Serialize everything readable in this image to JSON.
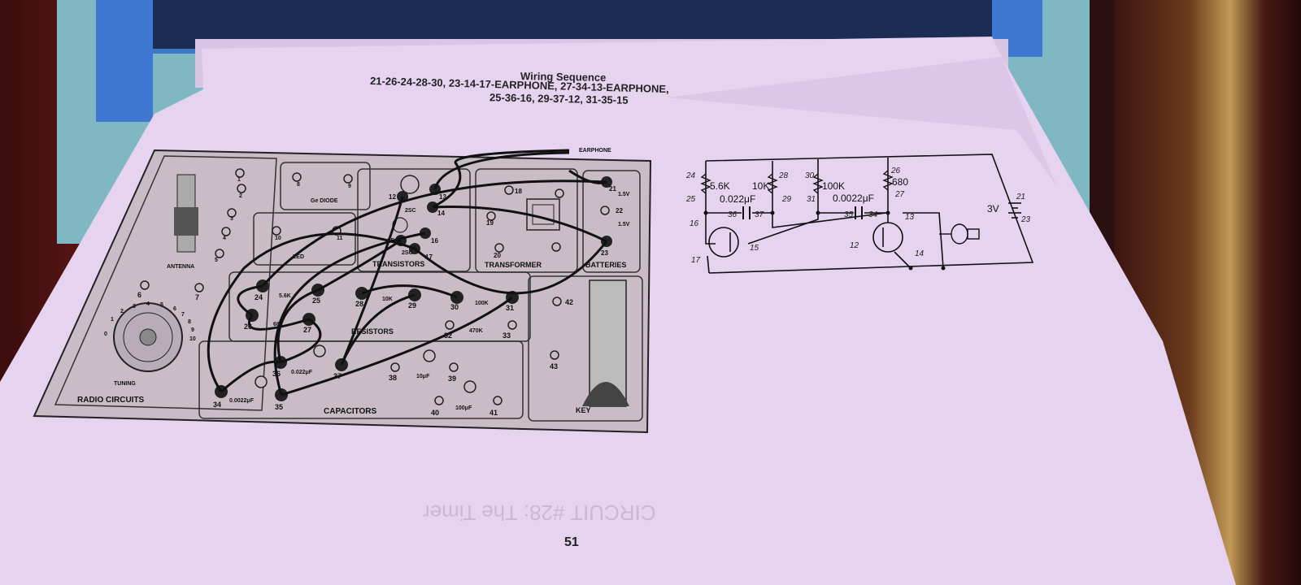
{
  "wiring": {
    "title": "Wiring Sequence",
    "line1": "21-26-24-28-30, 23-14-17-EARPHONE, 27-34-13-EARPHONE,",
    "line2": "25-36-16, 29-37-12, 31-35-15"
  },
  "board": {
    "earphone_label": "EARPHONE",
    "sections": {
      "antenna": "ANTENNA",
      "radio_circuits": "RADIO CIRCUITS",
      "tuning": "TUNING",
      "ge_diode": "Ge DIODE",
      "led": "LED",
      "transistors": "TRANSISTORS",
      "transformer": "TRANSFORMER",
      "batteries": "BATTERIES",
      "resistors": "RESISTORS",
      "capacitors": "CAPACITORS",
      "key": "KEY"
    },
    "values": {
      "r24": "5.6K",
      "r26": "680",
      "r28": "10K",
      "r30": "100K",
      "r32": "470K",
      "c34": "0.0022μF",
      "c36": "0.022μF",
      "c38": "10μF",
      "c40": "100μF",
      "bat1": "1.5V",
      "bat2": "1.5V",
      "t1": "2SC",
      "t2": "2SC"
    },
    "terminals": [
      "1",
      "2",
      "3",
      "4",
      "5",
      "6",
      "7",
      "8",
      "9",
      "10",
      "11",
      "12",
      "13",
      "14",
      "15",
      "16",
      "17",
      "18",
      "19",
      "20",
      "21",
      "22",
      "23",
      "24",
      "25",
      "26",
      "27",
      "28",
      "29",
      "30",
      "31",
      "32",
      "33",
      "34",
      "35",
      "36",
      "37",
      "38",
      "39",
      "40",
      "41",
      "42",
      "43"
    ],
    "dial_numbers": [
      "0",
      "1",
      "2",
      "3",
      "4",
      "5",
      "6",
      "7",
      "8",
      "9",
      "10"
    ]
  },
  "schematic": {
    "r1": "5.6K",
    "r2": "10K",
    "r3": "100K",
    "r4": "680",
    "c1": "0.022μF",
    "c2": "0.0022μF",
    "battery": "3V",
    "nodes": {
      "n24": "24",
      "n25": "25",
      "n28": "28",
      "n29": "29",
      "n30": "30",
      "n31": "31",
      "n26": "26",
      "n27": "27",
      "n36": "36",
      "n37": "37",
      "n35": "35",
      "n34": "34",
      "n16": "16",
      "n15": "15",
      "n17": "17",
      "n13": "13",
      "n12": "12",
      "n14": "14",
      "n21": "21",
      "n23": "23"
    }
  },
  "page_number": "51",
  "ghost_text": "CIRCUIT #28: The Timer"
}
